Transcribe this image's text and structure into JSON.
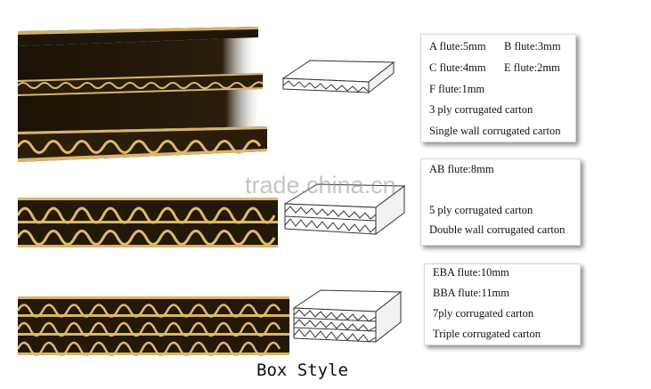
{
  "sections": [
    {
      "lines": [
        "A flute:5mm",
        "B flute:3mm",
        "C flute:4mm",
        "E flute:2mm",
        "F flute:1mm",
        "3 ply corrugated carton",
        "Single wall corrugated carton"
      ]
    },
    {
      "lines": [
        "AB flute:8mm",
        "5 ply corrugated carton",
        "Double wall corrugated carton"
      ]
    },
    {
      "lines": [
        "EBA flute:10mm",
        "BBA flute:11mm",
        "7ply corrugated carton",
        "Triple corrugated carton"
      ]
    }
  ],
  "watermark": "trade.china.cn",
  "caption": "Box Style",
  "colors": {
    "cardboard": "#c9a35c",
    "cardboard_dark": "#2a1a08",
    "flute": "#e0b96a"
  }
}
